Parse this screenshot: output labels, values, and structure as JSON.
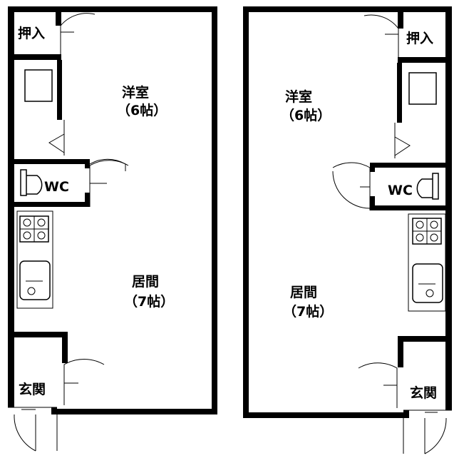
{
  "units": [
    {
      "western_room": {
        "name": "洋室",
        "size": "（6帖）"
      },
      "living_room": {
        "name": "居間",
        "size": "（7帖）"
      },
      "closet": "押入",
      "toilet": "WC",
      "entrance": "玄関"
    },
    {
      "western_room": {
        "name": "洋室",
        "size": "（6帖）"
      },
      "living_room": {
        "name": "居間",
        "size": "（7帖）"
      },
      "closet": "押入",
      "toilet": "WC",
      "entrance": "玄関"
    }
  ]
}
